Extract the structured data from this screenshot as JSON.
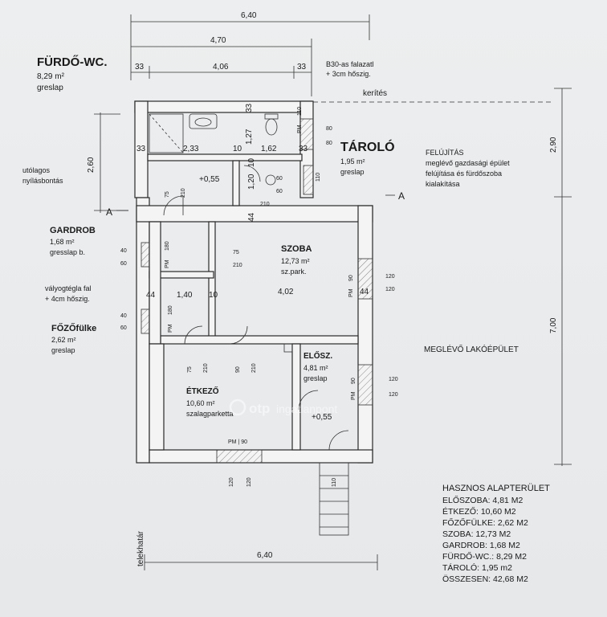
{
  "dimensions": {
    "top_total": "6,40",
    "top_inner": "4,70",
    "top_left_wall": "33",
    "top_mid": "4,06",
    "top_right_wall": "33",
    "right_upper": "2,90",
    "right_lower": "7,00",
    "left_260": "2,60",
    "bottom_total": "6,40"
  },
  "notes": {
    "wall_note_1": "B30-as falazatl",
    "wall_note_2": "+ 3cm hőszig.",
    "fence": "kerítés",
    "renovation_title": "FELÚJÍTÁS",
    "renovation_1": "meglévő gazdasági épület",
    "renovation_2": "felújítása és fürdőszoba",
    "renovation_3": "kialakítása",
    "later_opening_1": "utólagos",
    "later_opening_2": "nyílásbontás",
    "adobe_1": "vályogtégla fal",
    "adobe_2": "+ 4cm hőszig.",
    "existing_building": "MEGLÉVŐ LAKÓÉPÜLET",
    "plot_boundary": "telekhatár",
    "section_a": "A",
    "watermark_brand": "otp",
    "watermark_text": "ingatlanpont"
  },
  "rooms": {
    "furdo": {
      "name": "FÜRDŐ-WC.",
      "area": "8,29 m²",
      "floor": "greslap"
    },
    "tarolo": {
      "name": "TÁROLÓ",
      "area": "1,95 m²",
      "floor": "greslap"
    },
    "gardrob": {
      "name": "GARDROB",
      "area": "1,68 m²",
      "floor": "gresslap b."
    },
    "fozofulke": {
      "name": "FŐZŐfülke",
      "area": "2,62 m²",
      "floor": "greslap"
    },
    "szoba": {
      "name": "SZOBA",
      "area": "12,73 m²",
      "floor": "sz.park."
    },
    "eloszoba": {
      "name": "ELŐSZ.",
      "area": "4,81 m²",
      "floor": "greslap"
    },
    "etkezo": {
      "name": "ÉTKEZŐ",
      "area": "10,60 m²",
      "floor": "szalagparketta"
    }
  },
  "inner_labels": {
    "w233": "2,33",
    "w10a": "10",
    "w162": "1,62",
    "w127": "1,27",
    "w33b": "33",
    "lvl055a": "+0,55",
    "w120": "1,20",
    "w10b": "10",
    "w44a": "44",
    "w44b": "44",
    "w44c": "44",
    "w140": "1,40",
    "w10c": "10",
    "w402": "4,02",
    "lvl055b": "+0,55",
    "d75": "75",
    "d210": "210",
    "d90": "90",
    "pm": "PM",
    "d180": "180",
    "d40": "40",
    "d60": "60",
    "d80": "80",
    "d110": "110",
    "d120": "120",
    "pm90": "PM | 90",
    "w33c": "33",
    "w33d": "33"
  },
  "summary": {
    "title": "HASZNOS ALAPTERÜLET",
    "rows": [
      "ELŐSZOBA: 4,81 M2",
      "ÉTKEZŐ: 10,60 M2",
      "FŐZŐFÜLKE: 2,62 M2",
      "SZOBA: 12,73 M2",
      "GARDROB: 1,68 M2",
      "FÜRDŐ-WC.: 8,29 M2",
      "TÁROLÓ: 1,95 m2",
      "ÖSSZESEN: 42,68 M2"
    ]
  }
}
